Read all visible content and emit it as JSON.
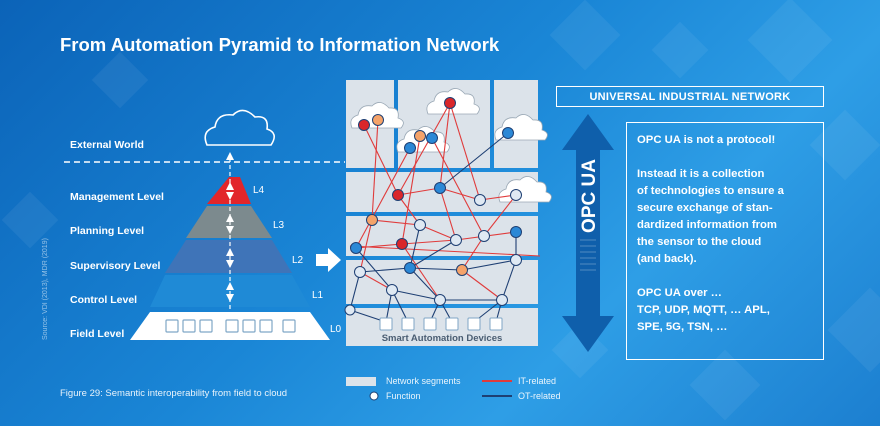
{
  "title": "From Automation Pyramid to Information Network",
  "levels": [
    {
      "name": "External World",
      "tag": ""
    },
    {
      "name": "Management Level",
      "tag": "L4"
    },
    {
      "name": "Planning Level",
      "tag": "L3"
    },
    {
      "name": "Supervisory Level",
      "tag": "L2"
    },
    {
      "name": "Control Level",
      "tag": "L1"
    },
    {
      "name": "Field Level",
      "tag": "L0"
    }
  ],
  "source": "Source: VDI (2013), MDR (2019)",
  "caption": "Figure 29: Semantic interoperability from field to cloud",
  "network": {
    "header": "UNIVERSAL INDUSTRIAL NETWORK",
    "devices_label": "Smart Automation Devices",
    "arrow_label": "OPC UA"
  },
  "opc_box": {
    "line1": "OPC UA is not a protocol!",
    "para2": [
      "Instead it is a collection",
      "of technologies to ensure a",
      "secure exchange of stan-",
      "dardized information from",
      "the sensor to the cloud",
      "(and back)."
    ],
    "para3": [
      "OPC UA over …",
      "TCP, UDP, MQTT, … APL,",
      "SPE, 5G, TSN, …"
    ]
  },
  "legend": {
    "segments": "Network segments",
    "function": "Function",
    "it": "IT-related",
    "ot": "OT-related"
  },
  "colors": {
    "it_red": "#e03b3b",
    "ot_blue": "#1e3f73",
    "node_red": "#d9262a",
    "node_orange": "#f5a36a",
    "node_blue": "#2b88d6",
    "node_white": "#dfe9f3",
    "segment_gray": "#dce3ea"
  }
}
